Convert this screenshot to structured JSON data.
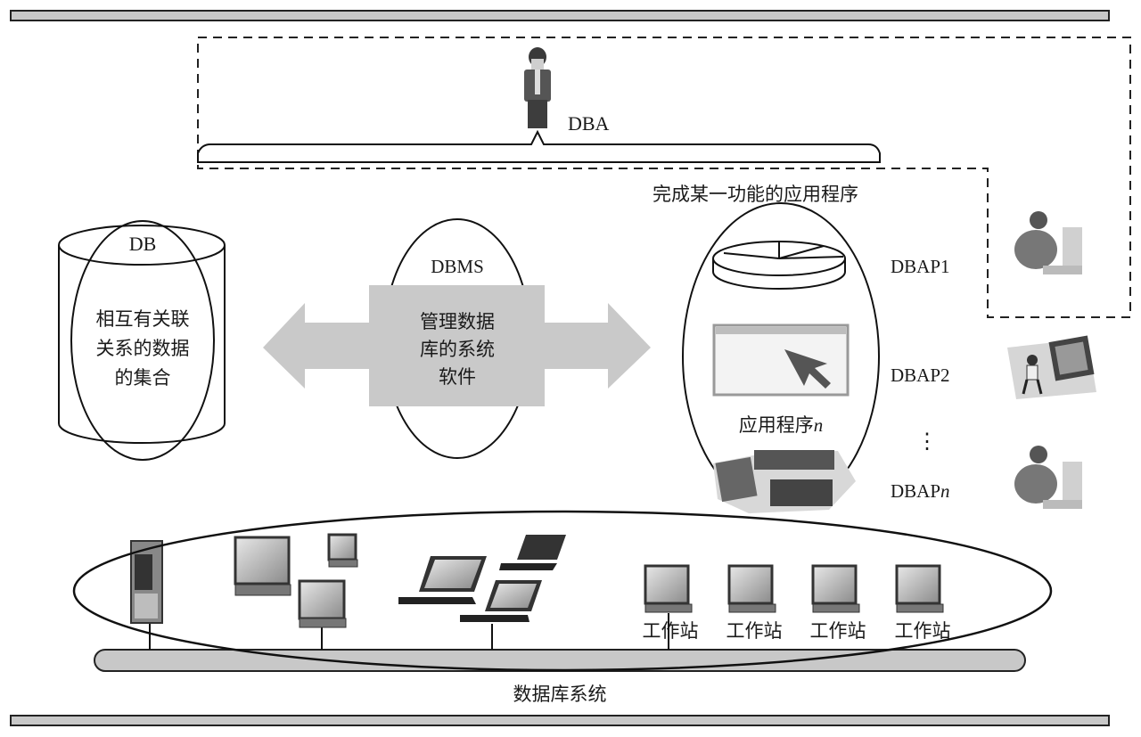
{
  "diagram": {
    "title": "数据库系统",
    "dba": {
      "label": "DBA"
    },
    "db": {
      "label": "DB",
      "description_lines": [
        "相互有关联",
        "关系的数据",
        "的集合"
      ]
    },
    "dbms": {
      "label": "DBMS",
      "description_lines": [
        "管理数据",
        "库的系统",
        "软件"
      ]
    },
    "applications": {
      "heading": "完成某一功能的应用程序",
      "app_n_label_main": "应用程序",
      "app_n_label_suffix": "n",
      "users": [
        {
          "label_main": "DBAP",
          "label_suffix": "1",
          "italic_suffix": false
        },
        {
          "label_main": "DBAP",
          "label_suffix": "2",
          "italic_suffix": false
        },
        {
          "label_main": "DBAP",
          "label_suffix": "n",
          "italic_suffix": true
        }
      ],
      "ellipsis": "⋮"
    },
    "network": {
      "workstation_labels": [
        "工作站",
        "工作站",
        "工作站",
        "工作站"
      ]
    }
  },
  "colors": {
    "bar_fill": "#c8c8c8",
    "arrow_fill": "#c9c9c9",
    "stroke": "#111111"
  }
}
